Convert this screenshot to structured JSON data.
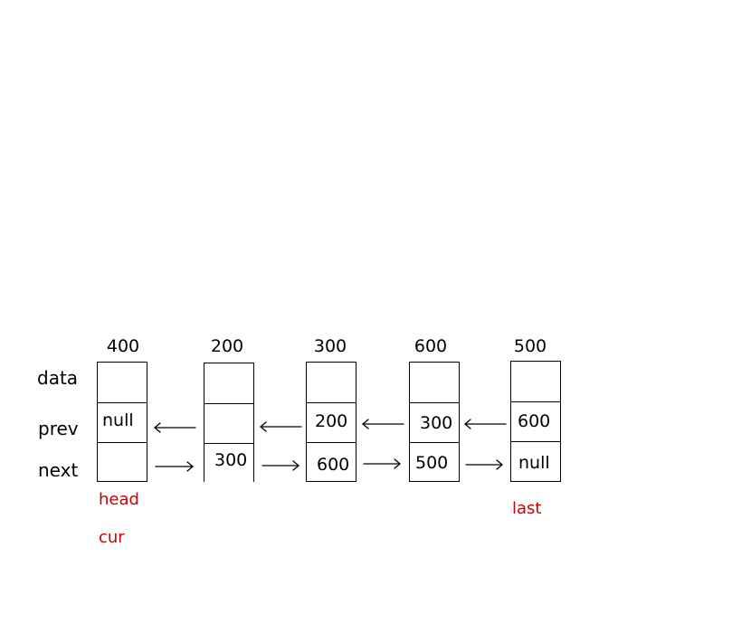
{
  "row_labels": {
    "data": "data",
    "prev": "prev",
    "next": "next"
  },
  "nodes": [
    {
      "address": "400",
      "data": "",
      "prev": "null",
      "next": ""
    },
    {
      "address": "200",
      "data": "",
      "prev": "",
      "next": "300"
    },
    {
      "address": "300",
      "data": "",
      "prev": "200",
      "next": "600"
    },
    {
      "address": "600",
      "data": "",
      "prev": "300",
      "next": "500"
    },
    {
      "address": "500",
      "data": "",
      "prev": "600",
      "next": "null"
    }
  ],
  "pointer_labels": {
    "head": "head",
    "cur": "cur",
    "last": "last"
  },
  "colors": {
    "pointer_label": "#cc0000",
    "line": "#000000"
  }
}
